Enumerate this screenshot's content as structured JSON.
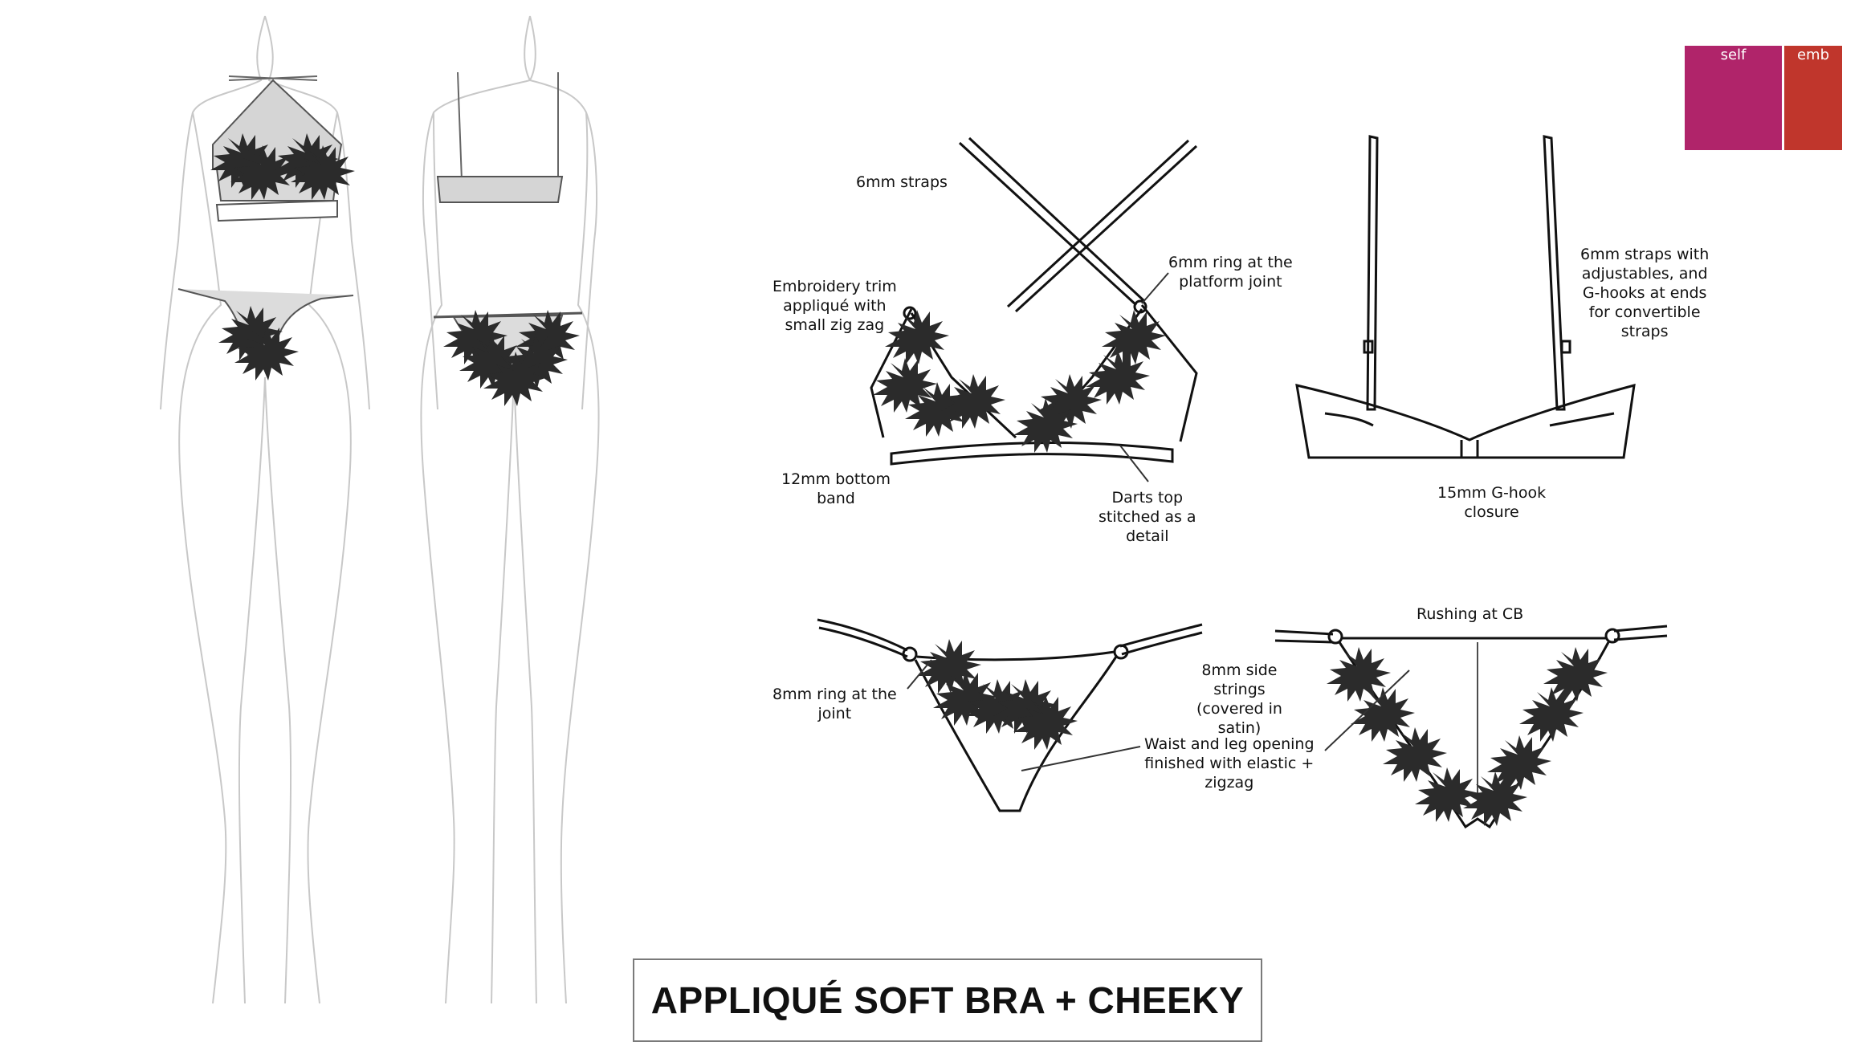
{
  "title": "APPLIQUÉ SOFT BRA + CHEEKY",
  "swatches": [
    {
      "label": "self",
      "color": "#b0246a"
    },
    {
      "label": "emb",
      "color": "#c0362c"
    }
  ],
  "annotations": {
    "straps_front": "6mm straps",
    "embroidery": [
      "Embroidery trim",
      "appliqué with",
      "small zig zag"
    ],
    "ring_platform": [
      "6mm ring at the",
      "platform joint"
    ],
    "bottom_band": [
      "12mm bottom",
      "band"
    ],
    "darts": [
      "Darts top",
      "stitched as a",
      "detail"
    ],
    "straps_back": [
      "6mm straps with",
      "adjustables, and",
      "G-hooks at ends",
      "for convertible",
      "straps"
    ],
    "g_hook": [
      "15mm G-hook",
      "closure"
    ],
    "ring_joint": [
      "8mm ring at the",
      "joint"
    ],
    "side_strings": [
      "8mm side",
      "strings",
      "(covered in",
      "satin)"
    ],
    "waist_leg": [
      "Waist and leg opening",
      "finished with elastic +",
      "zigzag"
    ],
    "rushing": "Rushing at CB"
  }
}
